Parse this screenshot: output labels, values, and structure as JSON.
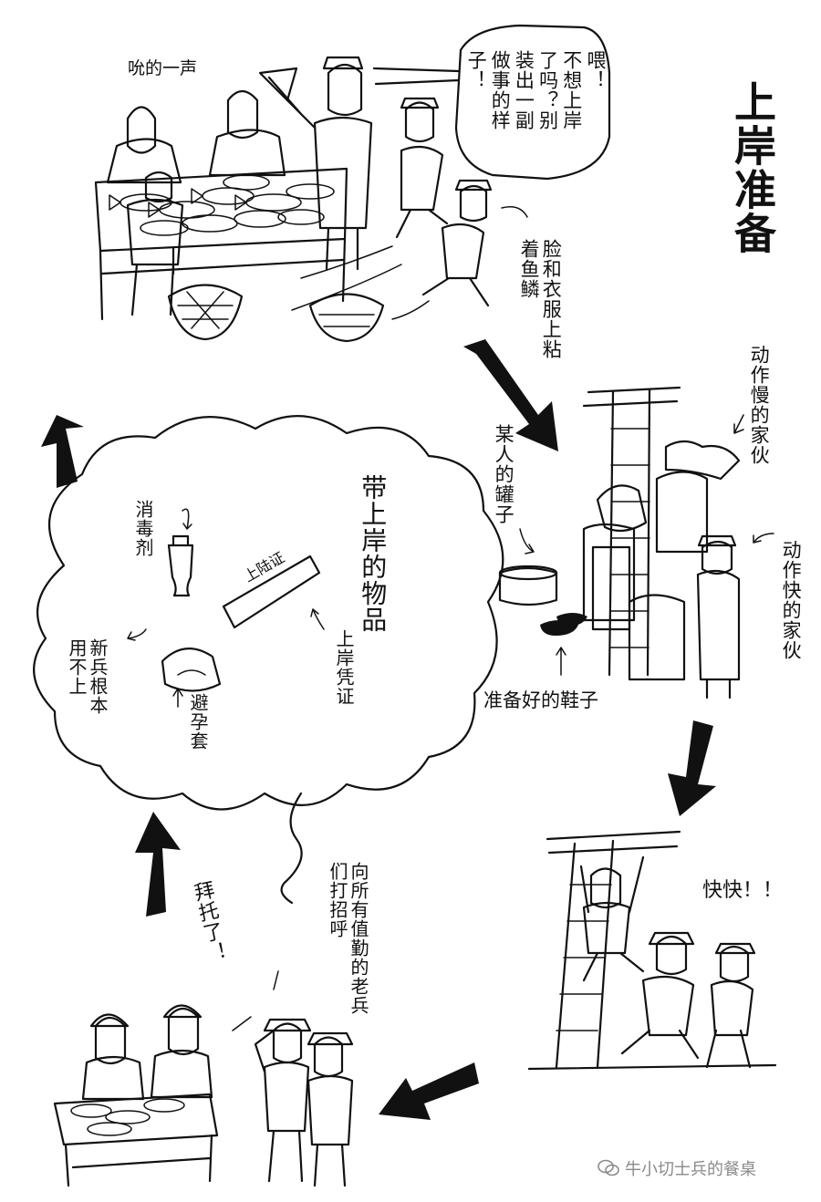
{
  "title": "上岸准备",
  "watermark": "牛小切士兵的餐桌",
  "panel1": {
    "sfx": "吮的一声",
    "speech": [
      "喂！",
      "不想上岸",
      "了吗？别",
      "装出一副",
      "做事的样",
      "子！"
    ],
    "annotation": "脸和衣服上粘着鱼鳞"
  },
  "panel2": {
    "slow_label": "动作慢的家伙",
    "fast_label": "动作快的家伙",
    "jar_label": "某人的罐子",
    "shoes_label": "准备好的鞋子"
  },
  "cloud": {
    "heading": "带上岸的物品",
    "disinfectant": "消毒剂",
    "pass_label": "上岸凭证",
    "pass_text": "上陆证",
    "condom": "避孕套",
    "useless": "新兵根本用不上"
  },
  "panel3": {
    "hurry": "快快！！"
  },
  "panel4": {
    "greet": "向所有值勤的老兵们打招呼",
    "please": "拜托了！"
  },
  "colors": {
    "ink": "#111111",
    "watermark": "#8a8a8a",
    "paper": "#ffffff"
  }
}
